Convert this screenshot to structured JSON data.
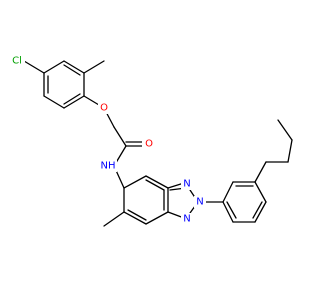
{
  "molecule": {
    "atom_labels": {
      "chlorine": "Cl",
      "ether_oxygen": "O",
      "carbonyl_oxygen": "O",
      "amide_nh": "NH",
      "triazole_n1": "N",
      "triazole_n2": "N",
      "triazole_n3": "N"
    },
    "colors": {
      "bond": "#000000",
      "chlorine": "#00a000",
      "oxygen": "#ff0000",
      "nitrogen": "#0000ff"
    }
  }
}
